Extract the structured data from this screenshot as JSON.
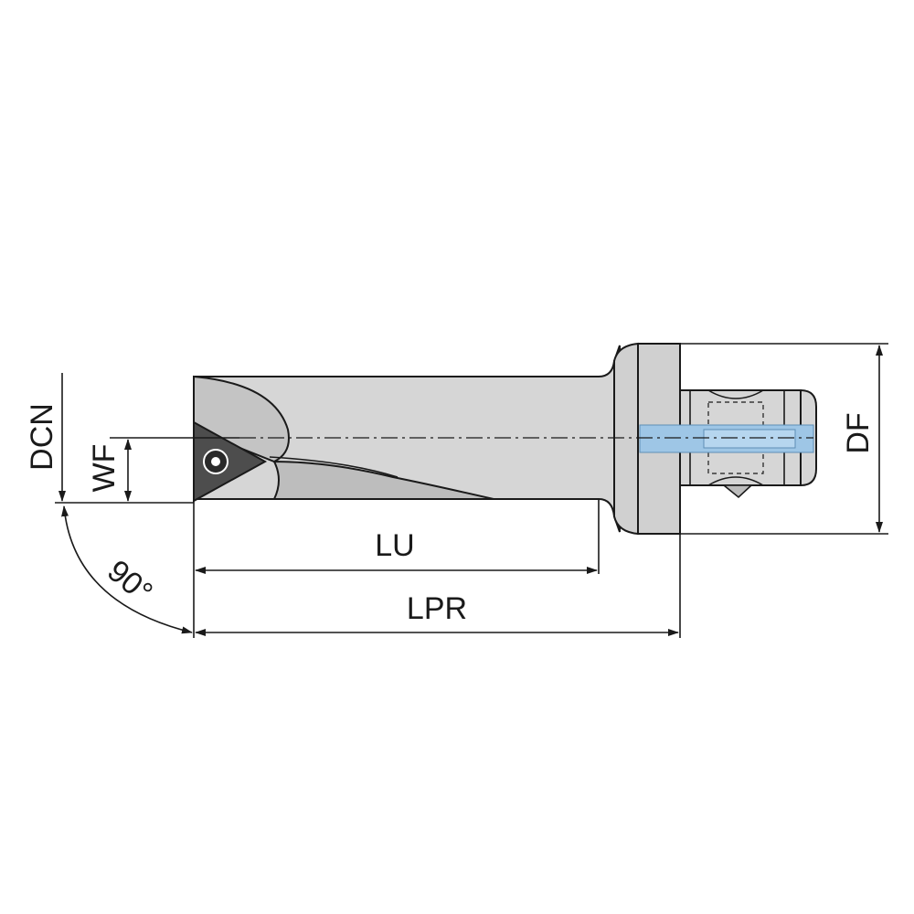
{
  "labels": {
    "dcn": "DCN",
    "wf": "WF",
    "df": "DF",
    "lu": "LU",
    "lpr": "LPR",
    "angle": "90°"
  },
  "colors": {
    "body_fill": "#d6d6d6",
    "flange_fill": "#d0d0d0",
    "insert_fill": "#4d4d4d",
    "coolant_fill": "#9ec6e6",
    "line": "#1a1a1a"
  }
}
